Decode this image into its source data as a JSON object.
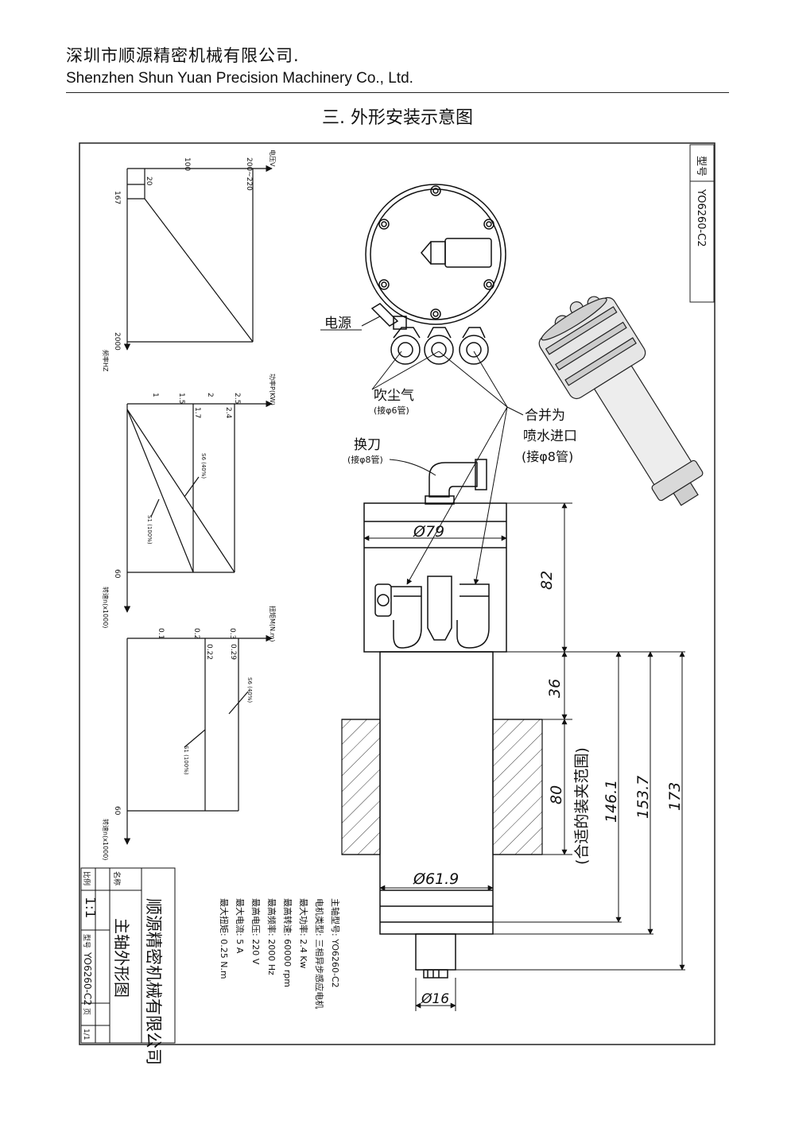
{
  "header": {
    "company_cn": "深圳市顺源精密机械有限公司.",
    "company_en": "Shenzhen Shun Yuan Precision Machinery Co., Ltd."
  },
  "section_title": "三. 外形安装示意图",
  "model_box": {
    "label": "型号",
    "value": "YO6260-C2"
  },
  "callouts": {
    "power": "电源",
    "dust_blow": "吹尘气",
    "dust_blow_pipe": "(接φ6管)",
    "tool_change": "换刀",
    "tool_change_pipe": "(接φ8管)",
    "merge_line1": "合并为",
    "merge_line2": "喷水进口",
    "merge_pipe": "(接φ8管)"
  },
  "dimensions": {
    "d79": "Ø79",
    "h82": "82",
    "h36": "36",
    "h80": "80",
    "clamp_range": "(合适的装夹范围)",
    "h146": "146.1",
    "h153": "153.7",
    "h173": "173",
    "d61": "Ø61.9",
    "d16": "Ø16"
  },
  "graph_voltage": {
    "axis_y": "电压V",
    "axis_x": "频率HZ",
    "ticks_y": [
      "100",
      "200~220"
    ],
    "ticks_x": [
      "167",
      "2000"
    ],
    "inner": "20"
  },
  "graph_power": {
    "axis_y": "功率P(KW)",
    "axis_x": "转速n(x1000)",
    "ticks_y": [
      "1",
      "1.5",
      "2",
      "2.5"
    ],
    "ticks_inner": [
      "1.7",
      "2.4"
    ],
    "ticks_x": [
      "60"
    ],
    "s6": "S6 (40%)",
    "s1": "S1 (100%)"
  },
  "graph_torque": {
    "axis_y": "扭矩M(N.m)",
    "axis_x": "转速n(x1000)",
    "ticks_y": [
      "0.1",
      "0.2",
      "0.3"
    ],
    "ticks_inner": [
      "0.22",
      "0.29"
    ],
    "ticks_x": [
      "60"
    ],
    "s6": "S6 (40%)",
    "s1": "S1 (100%)"
  },
  "title_block": {
    "scale_label": "比例",
    "name_label": "名称",
    "scale": "1:1",
    "type_label": "型号",
    "type": "YO6260-C2",
    "sheet_label": "页",
    "sheet": "1/1",
    "drawing_name": "主轴外形图",
    "company": "顺源精密机械有限公司"
  },
  "specs": [
    "主轴型号: YO6260-C2",
    "电机类型: 三相异步感应电机",
    "最大功率: 2.4 Kw",
    "最高转速: 60000 rpm",
    "最高频率: 2000 Hz",
    "最高电压: 220 V",
    "最大电流: 5 A",
    "最大扭矩: 0.25 N.m"
  ]
}
